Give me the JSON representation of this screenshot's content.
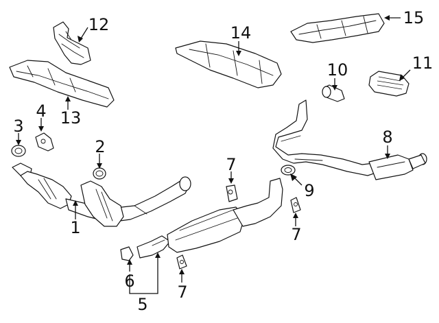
{
  "callouts": {
    "c1": "1",
    "c2": "2",
    "c3": "3",
    "c4": "4",
    "c5": "5",
    "c6": "6",
    "c7a": "7",
    "c7b": "7",
    "c7c": "7",
    "c8": "8",
    "c9": "9",
    "c10": "10",
    "c11": "11",
    "c12": "12",
    "c13": "13",
    "c14": "14",
    "c15": "15"
  }
}
